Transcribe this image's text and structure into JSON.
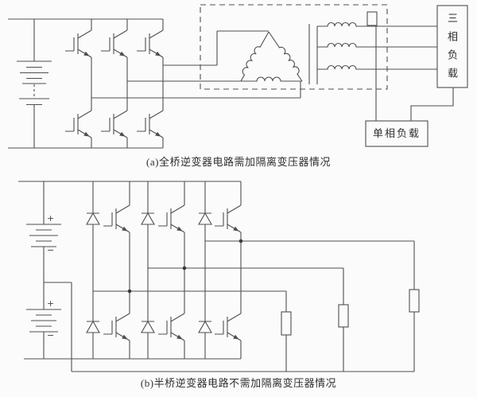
{
  "colors": {
    "line": "#4f4f4f",
    "background": "#fbfbfb",
    "text": "#2f2f2f"
  },
  "circuit_a": {
    "caption": "(a)全桥逆变器电路需加隔离变压器情况",
    "labels": {
      "three_phase_load": "三相负载",
      "single_phase_load": "单相负载"
    }
  },
  "circuit_b": {
    "caption": "(b)半桥逆变器电路不需加隔离变压器情况",
    "labels": {
      "plus": "+",
      "minus": "−"
    }
  }
}
